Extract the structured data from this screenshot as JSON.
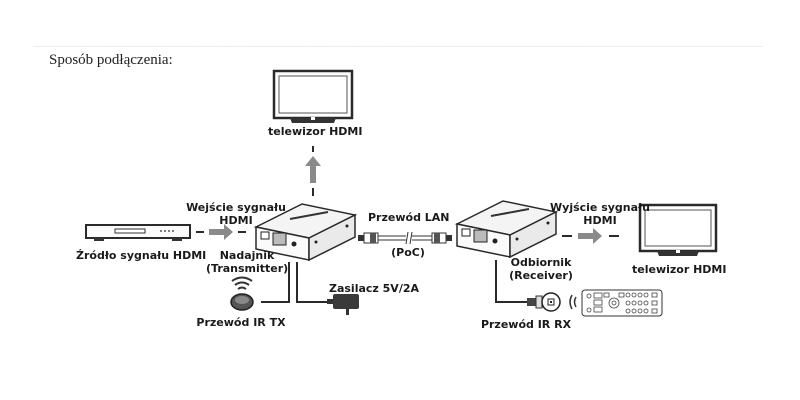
{
  "header": {
    "title": "Sposób  podłączenia:"
  },
  "diagram": {
    "nodes": {
      "source": {
        "label": "Źródło sygnału HDMI"
      },
      "hdmi_in": {
        "label_line1": "Wejście sygnału",
        "label_line2": "HDMI"
      },
      "tv_top": {
        "label": "telewizor HDMI"
      },
      "transmitter": {
        "label_line1": "Nadajnik",
        "label_line2": "(Transmitter)"
      },
      "lan": {
        "label": "Przewód LAN",
        "sublabel": "(PoC)"
      },
      "receiver": {
        "label_line1": "Odbiornik",
        "label_line2": "(Receiver)"
      },
      "hdmi_out": {
        "label_line1": "Wyjście sygnału",
        "label_line2": "HDMI"
      },
      "tv_right": {
        "label": "telewizor HDMI"
      },
      "power": {
        "label": "Zasilacz 5V/2A"
      },
      "ir_tx": {
        "label": "Przewód IR TX"
      },
      "ir_rx": {
        "label": "Przewód IR RX"
      }
    },
    "colors": {
      "line": "#3a3a3a",
      "arrow": "#8a8a8a",
      "device_fill": "#f4f4f4",
      "device_stroke": "#2a2a2a"
    }
  }
}
